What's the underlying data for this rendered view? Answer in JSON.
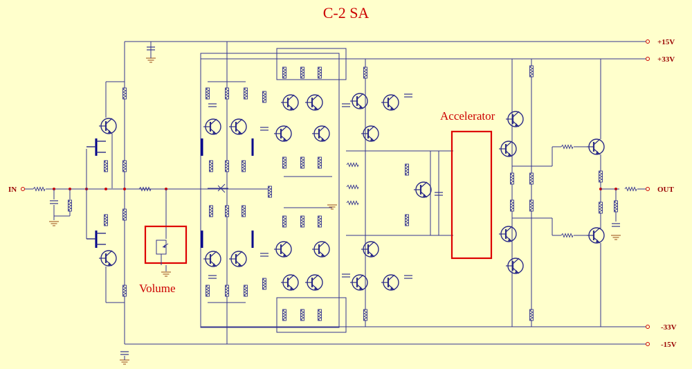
{
  "title": "C-2 SA",
  "annotations": {
    "volume": "Volume",
    "accelerator": "Accelerator"
  },
  "terminals": {
    "input": "IN",
    "output": "OUT"
  },
  "rails": [
    {
      "id": "p15",
      "label": "+15V"
    },
    {
      "id": "p33",
      "label": "+33V"
    },
    {
      "id": "m33",
      "label": "-33V"
    },
    {
      "id": "m15",
      "label": "-15V"
    }
  ],
  "colors": {
    "background": "#ffffcc",
    "wire": "#33338f",
    "label": "#cc0000",
    "highlight_box": "#dd0000"
  }
}
